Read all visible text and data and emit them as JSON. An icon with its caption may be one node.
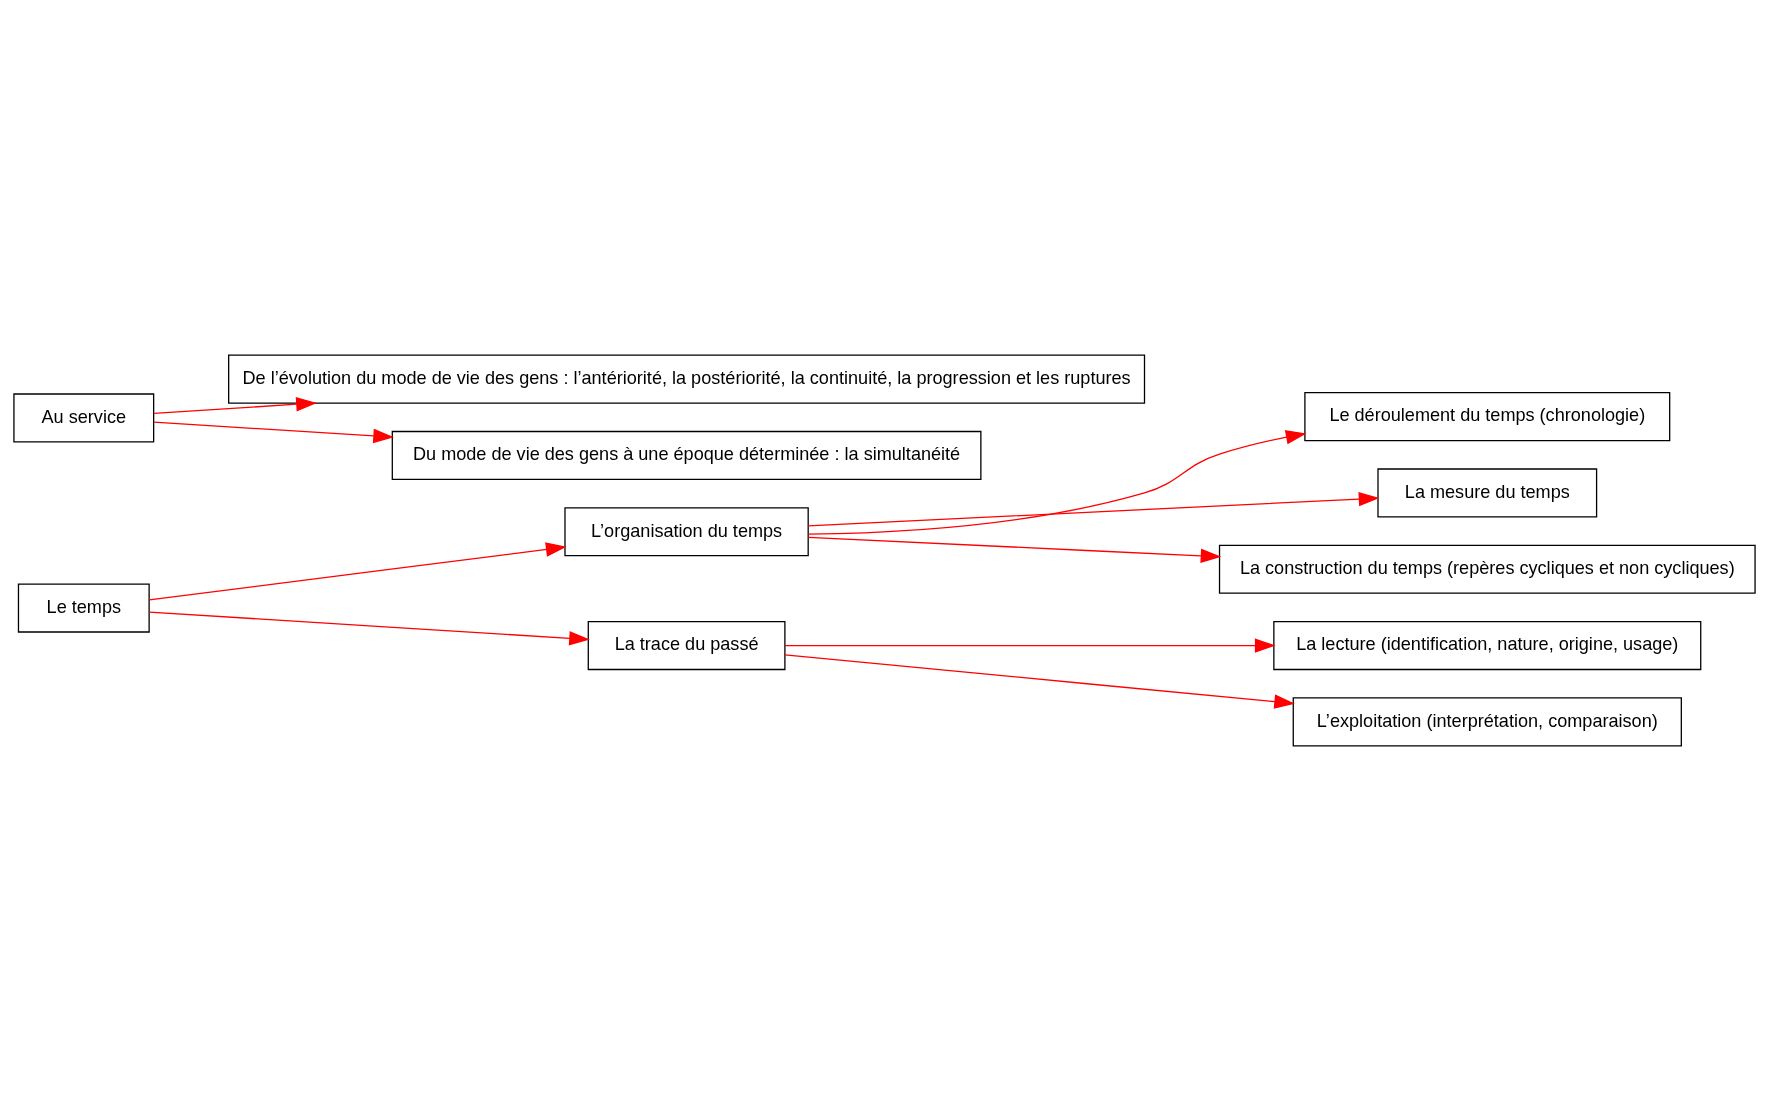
{
  "diagram": {
    "nodes": [
      {
        "text": [
          "Le déroulement du temps (chronologie)"
        ]
      },
      {
        "text": [
          "L’organisation du temps"
        ]
      },
      {
        "text": [
          "La mesure du temps"
        ]
      },
      {
        "text": [
          "La construction du temps (repères cycliques et non cycliques)"
        ]
      },
      {
        "text": [
          "Le temps"
        ]
      },
      {
        "text": [
          "La lecture (identification, nature, origine, usage)"
        ]
      },
      {
        "text": [
          "La trace du passé"
        ]
      },
      {
        "text": [
          "L’exploitation (interprétation, comparaison)"
        ]
      },
      {
        "text": [
          "Au service"
        ]
      },
      {
        "text": [
          "De l’évolution du mode de vie des gens : l’antériorité, la postériorité, la continuité, la progression et les ruptures"
        ]
      },
      {
        "text": [
          "Du mode de vie des gens à une époque déterminée : la simultanéité"
        ]
      }
    ],
    "edges": [
      {
        "from": 4,
        "to": 1,
        "arrow": "to"
      },
      {
        "from": 4,
        "to": 6,
        "arrow": "to"
      },
      {
        "from": 1,
        "to": 0,
        "arrow": "to"
      },
      {
        "from": 1,
        "to": 2,
        "arrow": "to"
      },
      {
        "from": 1,
        "to": 3,
        "arrow": "to"
      },
      {
        "from": 6,
        "to": 5,
        "arrow": "to"
      },
      {
        "from": 6,
        "to": 7,
        "arrow": "to"
      },
      {
        "from": 8,
        "to": 9,
        "arrow": "to"
      },
      {
        "from": 8,
        "to": 10,
        "arrow": "to"
      }
    ]
  }
}
